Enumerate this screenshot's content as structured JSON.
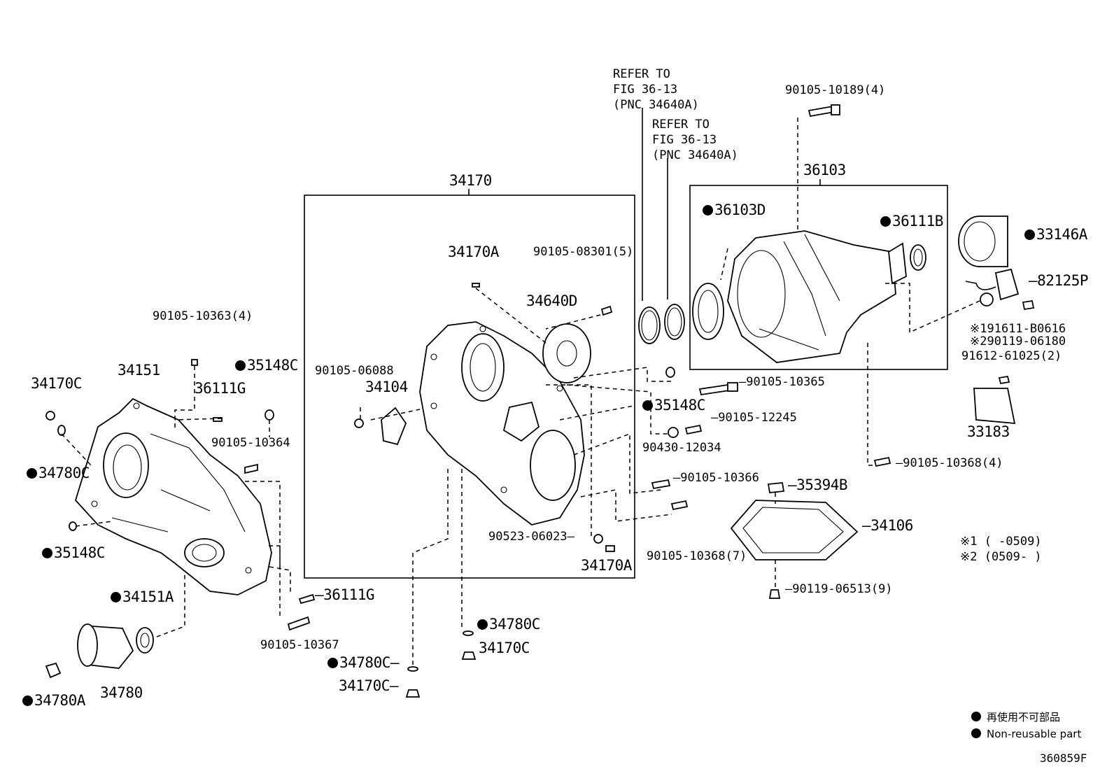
{
  "diagram": {
    "figure_id": "360859F",
    "refer_1": {
      "line1": "REFER TO",
      "line2": "FIG 36-13",
      "line3": "(PNC 34640A)"
    },
    "refer_2": {
      "line1": "REFER TO",
      "line2": "FIG 36-13",
      "line3": "(PNC 34640A)"
    },
    "boxes": {
      "center_group": "34170",
      "right_group": "36103"
    },
    "labels": {
      "p90105_10189": "90105-10189(4)",
      "p36103D": "36103D",
      "p36111B": "36111B",
      "p33146A": "33146A",
      "p82125P": "82125P",
      "p91611": "※191611-B0616",
      "p90119_06180": "※290119-06180",
      "p91612": "91612-61025(2)",
      "p33183": "33183",
      "p90105_10368_4": "90105-10368(4)",
      "p35394B": "35394B",
      "p34106": "34106",
      "p90119_06513": "90119-06513(9)",
      "p90105_10368_7": "90105-10368(7)",
      "p90105_10366": "90105-10366",
      "p90430": "90430-12034",
      "p90105_12245": "90105-12245",
      "p35148C_mid": "35148C",
      "p90105_10365": "90105-10365",
      "p34170A_top": "34170A",
      "p90105_08301": "90105-08301(5)",
      "p34640D": "34640D",
      "p90105_06088": "90105-06088",
      "p34104": "34104",
      "p90523": "90523-06023",
      "p34170A_bot": "34170A",
      "p34780C_mid": "34780C",
      "p34170C_mid": "34170C",
      "p34780C_low": "34780C",
      "p34170C_low": "34170C",
      "p90105_10363": "90105-10363(4)",
      "p34151": "34151",
      "p35148C_top": "35148C",
      "p36111G_top": "36111G",
      "p34170C_left": "34170C",
      "p90105_10364": "90105-10364",
      "p34780C_left": "34780C",
      "p35148C_left": "35148C",
      "p34151A": "34151A",
      "p36111G_bot": "36111G",
      "p90105_10367": "90105-10367",
      "p34780": "34780",
      "p34780A": "34780A"
    },
    "notes": {
      "note1": "※1 (     -0509)",
      "note2": "※2 (0509-     )"
    },
    "legend": {
      "jp": "再使用不可部品",
      "en": "Non-reusable part"
    },
    "colors": {
      "ink": "#000000",
      "paper": "#ffffff"
    }
  }
}
